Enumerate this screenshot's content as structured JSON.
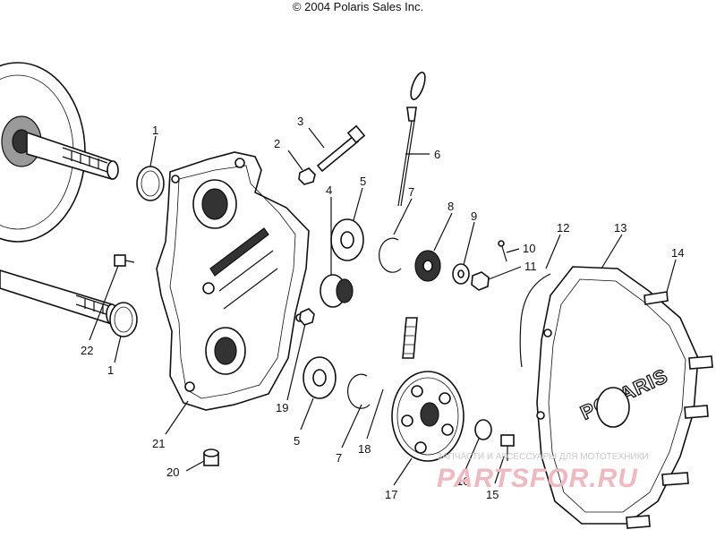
{
  "copyright": "© 2004 Polaris Sales Inc.",
  "cover_logo": "POLARIS",
  "watermark": {
    "tagline": "ЗАПЧАСТИ И АКСЕССУАРЫ ДЛЯ МОТОТЕХНИКИ",
    "brand": "PARTSFOR.RU"
  },
  "callouts": [
    "1",
    "2",
    "3",
    "4",
    "5",
    "6",
    "7",
    "8",
    "9",
    "10",
    "11",
    "12",
    "13",
    "14",
    "1",
    "22",
    "19",
    "5",
    "7",
    "18",
    "17",
    "16",
    "15",
    "21",
    "20"
  ]
}
